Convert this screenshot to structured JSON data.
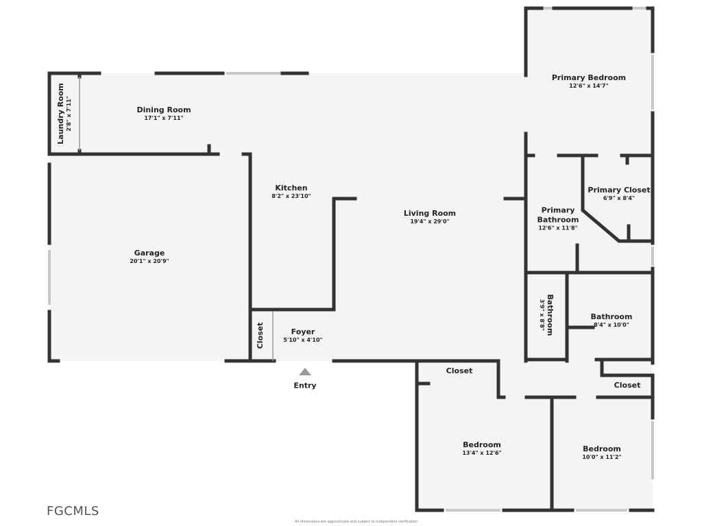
{
  "plan": {
    "rooms": [
      {
        "name": "Laundry Room",
        "dims": "2'8\" x 7'11\""
      },
      {
        "name": "Dining Room",
        "dims": "17'1\" x 7'11\""
      },
      {
        "name": "Kitchen",
        "dims": "8'2\" x 23'10\""
      },
      {
        "name": "Garage",
        "dims": "20'1\" x 20'9\""
      },
      {
        "name": "Living Room",
        "dims": "19'4\" x 29'0\""
      },
      {
        "name": "Primary Bedroom",
        "dims": "12'6\" x 14'7\""
      },
      {
        "name": "Primary Closet",
        "dims": "6'9\" x 8'4\""
      },
      {
        "name": "Primary Bathroom",
        "dims": "12'6\" x 11'8\""
      },
      {
        "name": "Bathroom",
        "dims": "3'9\" x 8'8\""
      },
      {
        "name": "Bathroom",
        "dims": "8'4\" x 10'0\""
      },
      {
        "name": "Closet",
        "dims": ""
      },
      {
        "name": "Foyer",
        "dims": "5'10\" x 4'10\""
      },
      {
        "name": "Closet",
        "dims": ""
      },
      {
        "name": "Closet",
        "dims": ""
      },
      {
        "name": "Bedroom",
        "dims": "13'4\" x 12'6\""
      },
      {
        "name": "Bedroom",
        "dims": "10'0\" x 11'2\""
      }
    ],
    "entry_label": "Entry",
    "disclaimer": "All dimensions are approximate and subject to independent verification",
    "logo": "FGCMLS",
    "colors": {
      "wall": "#333333",
      "floor": "#f4f4f4",
      "window": "#cccccc"
    }
  }
}
